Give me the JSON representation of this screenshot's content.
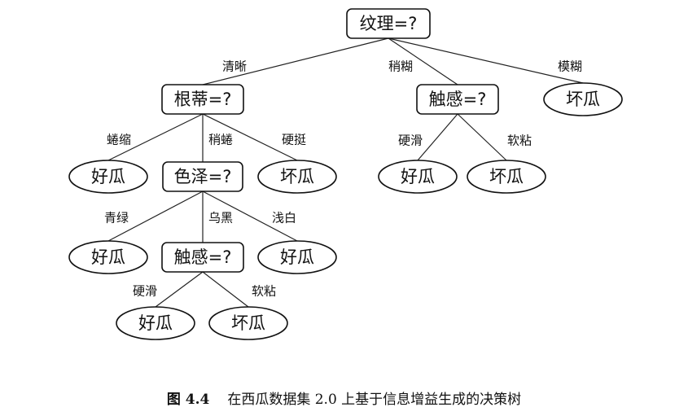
{
  "nodes": {
    "root": {
      "label": "纹理=?",
      "shape": "rect"
    },
    "gendi": {
      "label": "根蒂=?",
      "shape": "rect"
    },
    "chugan1": {
      "label": "触感=?",
      "shape": "rect"
    },
    "leaf_mohu": {
      "label": "坏瓜",
      "shape": "ellipse"
    },
    "leaf_quansuo": {
      "label": "好瓜",
      "shape": "ellipse"
    },
    "sezе": {
      "label": "色泽=?",
      "shape": "rect"
    },
    "leaf_yingting": {
      "label": "坏瓜",
      "shape": "ellipse"
    },
    "leaf_c1_yinghua": {
      "label": "好瓜",
      "shape": "ellipse"
    },
    "leaf_c1_ruannian": {
      "label": "坏瓜",
      "shape": "ellipse"
    },
    "leaf_qinglv": {
      "label": "好瓜",
      "shape": "ellipse"
    },
    "chugan2": {
      "label": "触感=?",
      "shape": "rect"
    },
    "leaf_qianbai": {
      "label": "好瓜",
      "shape": "ellipse"
    },
    "leaf_c2_yinghua": {
      "label": "好瓜",
      "shape": "ellipse"
    },
    "leaf_c2_ruannian": {
      "label": "坏瓜",
      "shape": "ellipse"
    }
  },
  "edges": [
    {
      "from": "root",
      "to": "gendi",
      "label": "清晰"
    },
    {
      "from": "root",
      "to": "chugan1",
      "label": "稍糊"
    },
    {
      "from": "root",
      "to": "leaf_mohu",
      "label": "模糊"
    },
    {
      "from": "gendi",
      "to": "leaf_quansuo",
      "label": "蜷缩"
    },
    {
      "from": "gendi",
      "to": "sezе",
      "label": "稍蜷"
    },
    {
      "from": "gendi",
      "to": "leaf_yingting",
      "label": "硬挺"
    },
    {
      "from": "chugan1",
      "to": "leaf_c1_yinghua",
      "label": "硬滑"
    },
    {
      "from": "chugan1",
      "to": "leaf_c1_ruannian",
      "label": "软粘"
    },
    {
      "from": "sezе",
      "to": "leaf_qinglv",
      "label": "青绿"
    },
    {
      "from": "sezе",
      "to": "chugan2",
      "label": "乌黑"
    },
    {
      "from": "sezе",
      "to": "leaf_qianbai",
      "label": "浅白"
    },
    {
      "from": "chugan2",
      "to": "leaf_c2_yinghua",
      "label": "硬滑"
    },
    {
      "from": "chugan2",
      "to": "leaf_c2_ruannian",
      "label": "软粘"
    }
  ],
  "caption": {
    "figure_label": "图 4.4",
    "text": "在西瓜数据集 2.0 上基于信息增益生成的决策树"
  }
}
